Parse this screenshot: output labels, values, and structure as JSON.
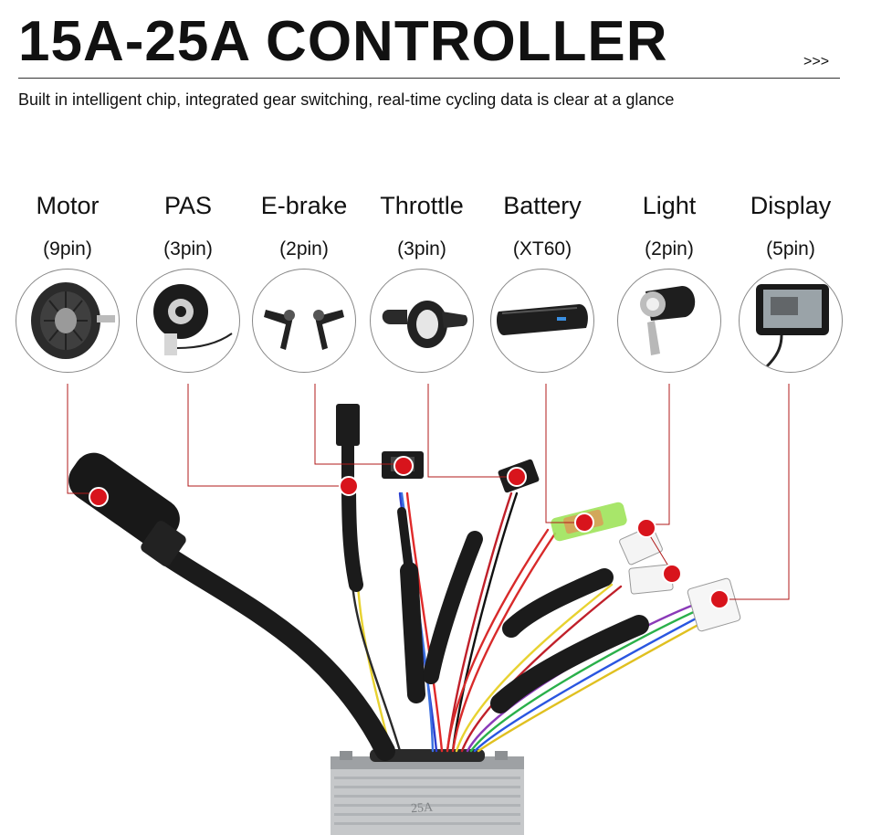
{
  "header": {
    "title": "15A-25A CONTROLLER",
    "more": ">>>",
    "subtitle": "Built in intelligent chip, integrated gear switching, real-time cycling data is clear at a glance"
  },
  "ports": [
    {
      "name": "Motor",
      "pins": "(9pin)",
      "icon": "hub-motor-icon"
    },
    {
      "name": "PAS",
      "pins": "(3pin)",
      "icon": "pas-sensor-icon"
    },
    {
      "name": "E-brake",
      "pins": "(2pin)",
      "icon": "brake-lever-icon"
    },
    {
      "name": "Throttle",
      "pins": "(3pin)",
      "icon": "thumb-throttle-icon"
    },
    {
      "name": "Battery",
      "pins": "(XT60)",
      "icon": "battery-icon"
    },
    {
      "name": "Light",
      "pins": "(2pin)",
      "icon": "headlight-icon"
    },
    {
      "name": "Display",
      "pins": "(5pin)",
      "icon": "lcd-display-icon"
    }
  ],
  "controller": {
    "label": "25A"
  },
  "colors": {
    "leader_line": "#b01818",
    "dot": "#d8141c",
    "cable": "#1b1b1b",
    "housing": "#c2c4c6"
  }
}
